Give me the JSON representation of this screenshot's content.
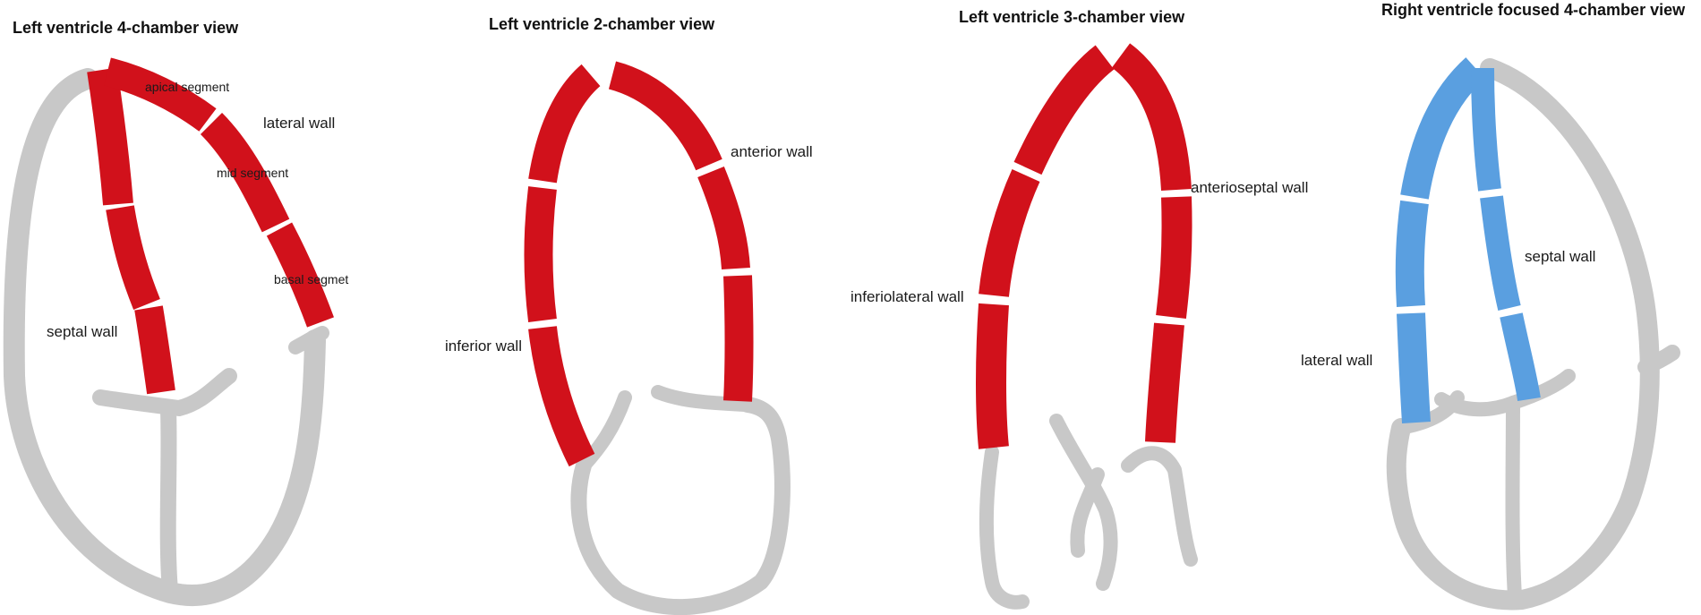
{
  "colors": {
    "myocardium_gray": "#c8c8c8",
    "lv_segment_red": "#d1111b",
    "rv_segment_blue": "#5a9fe0",
    "divider": "#ffffff",
    "text": "#1a1a1a"
  },
  "panels": [
    {
      "title": "Left ventricle 4-chamber view",
      "labels": {
        "apical": "apical segment",
        "lateral": "lateral wall",
        "mid": "mid segment",
        "basal": "basal segmet",
        "septal": "septal wall"
      }
    },
    {
      "title": "Left ventricle 2-chamber view",
      "labels": {
        "anterior": "anterior wall",
        "inferior": "inferior wall"
      }
    },
    {
      "title": "Left ventricle 3-chamber view",
      "labels": {
        "anteroseptal": "anterioseptal wall",
        "inferolateral": "inferiolateral wall"
      }
    },
    {
      "title": "Right ventricle focused 4-chamber view",
      "labels": {
        "septal": "septal wall",
        "lateral": "lateral wall"
      }
    }
  ]
}
